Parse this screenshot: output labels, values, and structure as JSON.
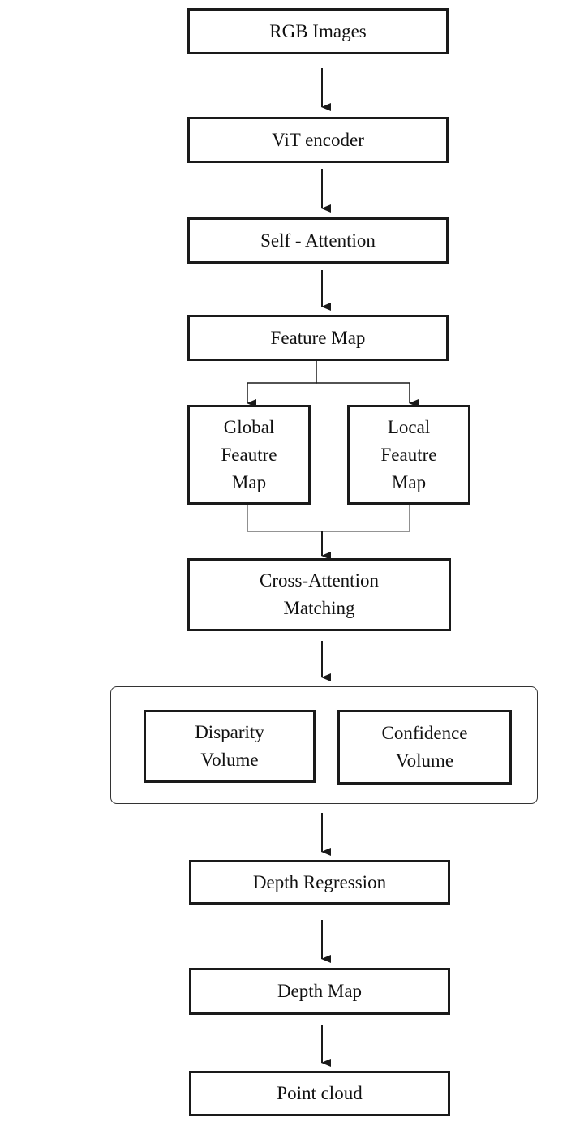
{
  "nodes": {
    "rgb_images": "RGB Images",
    "vit_encoder": "ViT encoder",
    "self_attention": "Self - Attention",
    "feature_map": "Feature Map",
    "global_feature_map": [
      "Global",
      "Feautre",
      "Map"
    ],
    "local_feature_map": [
      "Local",
      "Feautre",
      "Map"
    ],
    "cross_attention_matching": [
      "Cross-Attention",
      "Matching"
    ],
    "disparity_volume": [
      "Disparity",
      "Volume"
    ],
    "confidence_volume": [
      "Confidence",
      "Volume"
    ],
    "depth_regression": "Depth Regression",
    "depth_map": "Depth Map",
    "point_cloud": "Point cloud"
  }
}
